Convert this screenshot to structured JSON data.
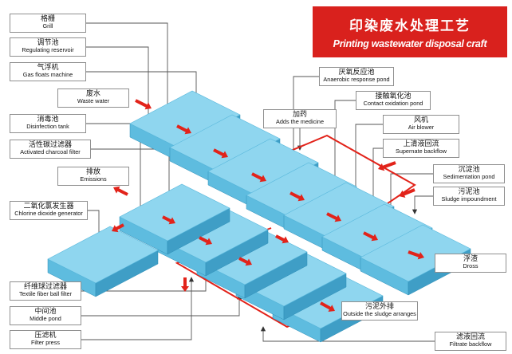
{
  "title": {
    "zh": "印染废水处理工艺",
    "en": "Printing wastewater disposal craft"
  },
  "colors": {
    "tank_top": "#8fd6ef",
    "tank_side": "#5ebcdf",
    "tank_end": "#3f9ec6",
    "loop_line": "#e2231a",
    "arrow": "#e2231a",
    "title_bg": "#d9211d"
  },
  "labels": {
    "grill": {
      "zh": "格栅",
      "en": "Grill"
    },
    "regulating": {
      "zh": "调节池",
      "en": "Regulating reservoir"
    },
    "gas_floats": {
      "zh": "气浮机",
      "en": "Gas floats machine"
    },
    "waste_water": {
      "zh": "废水",
      "en": "Waste water"
    },
    "disinfection": {
      "zh": "消毒池",
      "en": "Disinfection tank"
    },
    "activated_carbon": {
      "zh": "活性碳过滤器",
      "en": "Activated charcoal filter"
    },
    "emissions": {
      "zh": "排放",
      "en": "Emissions"
    },
    "chlorine": {
      "zh": "二氧化氯发生器",
      "en": "Chlorine dioxide generator"
    },
    "textile_fiber": {
      "zh": "纤维球过滤器",
      "en": "Textile fiber ball filter"
    },
    "middle_pond": {
      "zh": "中间池",
      "en": "Middle pond"
    },
    "filter_press": {
      "zh": "压滤机",
      "en": "Filter press"
    },
    "anaerobic": {
      "zh": "厌氧反应池",
      "en": "Anaerobic response pond"
    },
    "contact_oxidation": {
      "zh": "接触氧化池",
      "en": "Contact oxidation pond"
    },
    "medicine": {
      "zh": "加药",
      "en": "Adds the medicine"
    },
    "air_blower": {
      "zh": "风机",
      "en": "Air blower"
    },
    "supernate": {
      "zh": "上清液回流",
      "en": "Supernate backflow"
    },
    "sedimentation": {
      "zh": "沉淀池",
      "en": "Sedimentation pond"
    },
    "sludge_impound": {
      "zh": "污泥池",
      "en": "Sludge impoundment"
    },
    "dross": {
      "zh": "浮渣",
      "en": "Dross"
    },
    "sludge_arranges": {
      "zh": "污泥外排",
      "en": "Outside the sludge arranges"
    },
    "filtrate": {
      "zh": "滤液回流",
      "en": "Filtrate backflow"
    }
  }
}
